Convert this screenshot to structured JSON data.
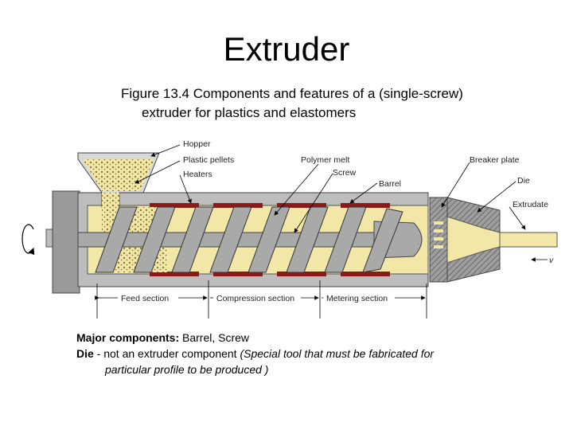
{
  "title": "Extruder",
  "caption": {
    "line1": "Figure 13.4  Components and features of a (single‑screw)",
    "line2": "extruder for plastics and elastomers"
  },
  "diagram": {
    "labels": {
      "hopper": "Hopper",
      "plastic_pellets": "Plastic pellets",
      "heaters": "Heaters",
      "polymer_melt": "Polymer melt",
      "screw": "Screw",
      "barrel": "Barrel",
      "breaker_plate": "Breaker plate",
      "die": "Die",
      "extrudate": "Extrudate",
      "feed_section": "Feed section",
      "compression_section": "Compression section",
      "metering_section": "Metering section",
      "v": "v"
    },
    "colors": {
      "barrel_gray": "#bdbdbd",
      "melt_yellow": "#f2e7a6",
      "heater_red": "#8b1a1a",
      "screw_gray": "#a9a9a9",
      "die_gray": "#9e9e9e"
    }
  },
  "notes": {
    "major_label": "Major components:",
    "major_text": " Barrel, Screw",
    "die_label": "Die",
    "die_text": " - not an extruder component ",
    "die_italic": "(Special tool that must be fabricated for",
    "die_italic_2": "particular profile to be produced )"
  }
}
